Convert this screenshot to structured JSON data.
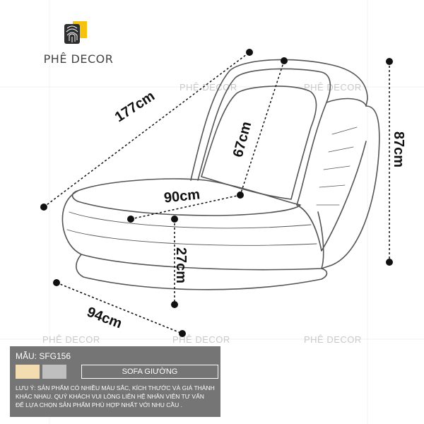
{
  "brand": {
    "name": "PHÊ DECOR",
    "logo_colors": {
      "gold": "#f4c20f",
      "dark": "#2e2e2e"
    }
  },
  "watermarks": [
    "PHÊ DECOR",
    "PHÊ DECOR",
    "PHÊ DECOR",
    "PHÊ DECOR",
    "PHÊ DECOR"
  ],
  "dimensions": {
    "total_length": "177cm",
    "backrest": "67cm",
    "seat_depth": "90cm",
    "seat_height": "27cm",
    "width": "94cm",
    "total_height": "87cm"
  },
  "panel": {
    "model_label": "MẪU: SFG156",
    "swatches": [
      "#f3dcb0",
      "#bfbfbf"
    ],
    "product_name": "SOFA GIƯỜNG",
    "note_lines": [
      "LƯU Ý: SẢN PHẨM CÓ NHIỀU MÀU SẮC, KÍCH THƯỚC VÀ GIÁ THÀNH",
      "KHÁC NHAU. QUÝ KHÁCH VUI LÒNG LIÊN HỆ NHÂN VIÊN TƯ VẤN",
      "ĐỂ LỰA CHỌN SẢN PHẨM PHÙ HỢP NHẤT VỚI NHU CẦU ."
    ]
  }
}
